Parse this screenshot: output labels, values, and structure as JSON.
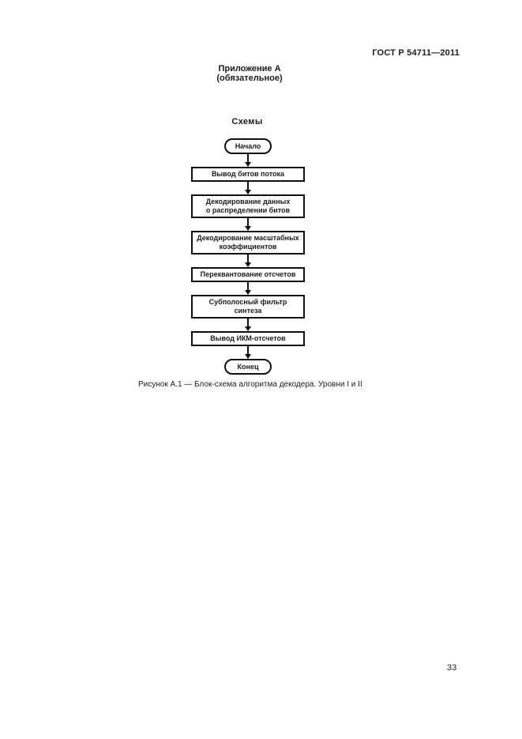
{
  "header": {
    "doc_code": "ГОСТ Р 54711—2011"
  },
  "annex": {
    "title": "Приложение А",
    "subtitle": "(обязательное)"
  },
  "section": {
    "title": "Схемы"
  },
  "flowchart": {
    "nodes": [
      {
        "type": "terminal",
        "label": "Начало"
      },
      {
        "type": "process",
        "label": "Вывод битов потока"
      },
      {
        "type": "process",
        "label": "Декодирование данных\nо распределении битов"
      },
      {
        "type": "process",
        "label": "Декодирование масштабных\nкоэффициентов"
      },
      {
        "type": "process",
        "label": "Переквантование отсчетов"
      },
      {
        "type": "process",
        "label": "Субполосный фильтр синтеза"
      },
      {
        "type": "process",
        "label": "Вывод ИКМ-отсчетов"
      },
      {
        "type": "terminal",
        "label": "Конец"
      }
    ],
    "caption": "Рисунок А.1 — Блок-схема алгоритма декодера. Уровни I и II"
  },
  "footer": {
    "page_number": "33"
  }
}
